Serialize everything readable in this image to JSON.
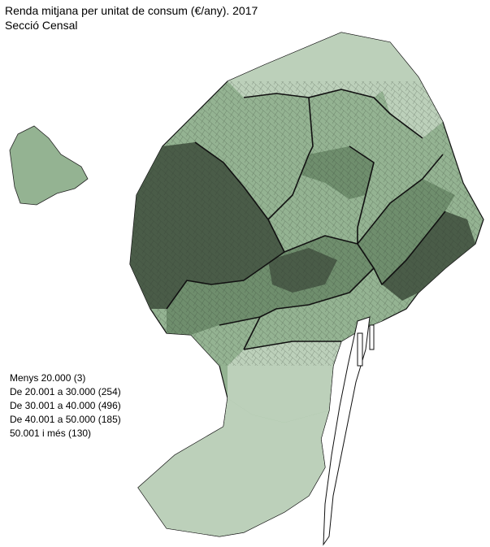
{
  "map": {
    "title": "Renda mitjana per unitat de consum (€/any). 2017",
    "subtitle": "Secció Censal",
    "legend": [
      {
        "label": "Menys 20.000 (3)",
        "color": "#e6ede4"
      },
      {
        "label": "De 20.001 a 30.000 (254)",
        "color": "#bcd0ba"
      },
      {
        "label": "De 30.001 a 40.000 (496)",
        "color": "#94b392"
      },
      {
        "label": "De 40.001 a 50.000 (185)",
        "color": "#6f8e6d"
      },
      {
        "label": "50.001 i més (130)",
        "color": "#4a5c48"
      }
    ]
  }
}
